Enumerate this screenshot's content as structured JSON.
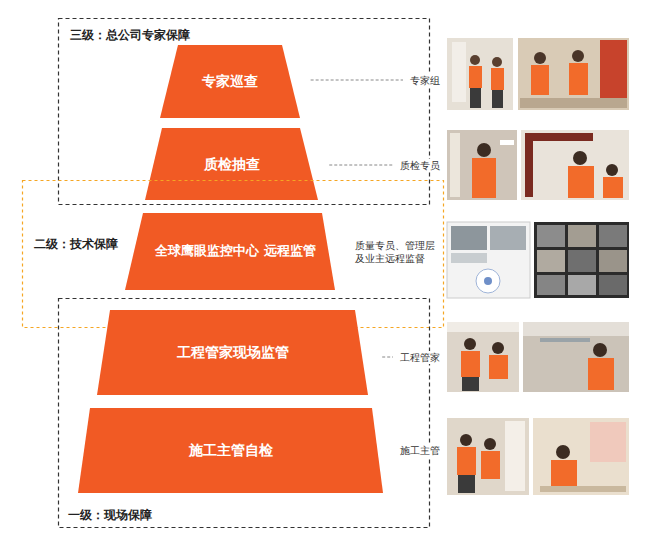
{
  "diagram": {
    "nodes": [
      {
        "text": [
          "三级：总公司专家保障"
        ]
      },
      {
        "text": [
          "专家巡查"
        ],
        "in": 0
      },
      {
        "text": [
          "质检抽查"
        ],
        "in": 0
      },
      {
        "text": [
          "二级：技术保障"
        ]
      },
      {
        "text": [
          "全球鹰眼监控中心 远程监管"
        ],
        "in": 3
      },
      {
        "text": [
          "一级：现场保障"
        ]
      },
      {
        "text": [
          "工程管家现场监管"
        ],
        "in": 5
      },
      {
        "text": [
          "施工主管自检"
        ],
        "in": 5
      }
    ],
    "labels": [
      "专家组",
      "质检专员",
      "质量专员、管理层及业主远程监督",
      "工程管家",
      "施工主管"
    ]
  }
}
